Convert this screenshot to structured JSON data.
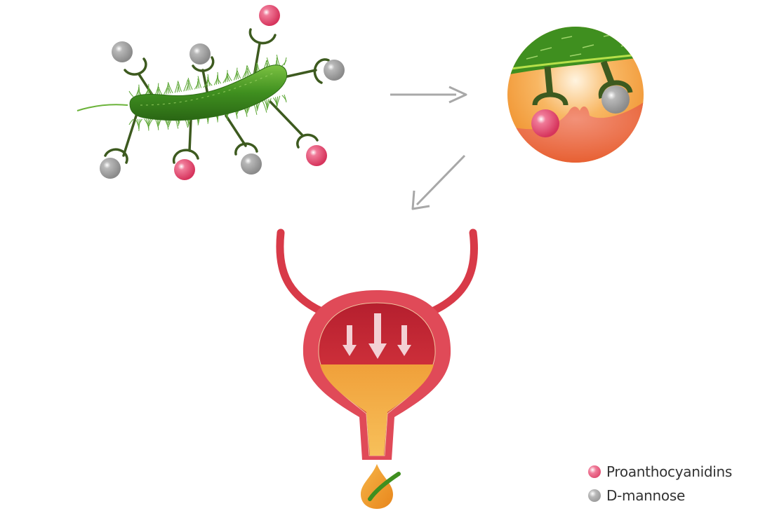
{
  "figure": {
    "description": "Mechanism diagram: bacterium with fimbrial adhesins binding proanthocyanidins and D-mannose, magnified binding view, and bladder flushing bacteria out in urine"
  },
  "colors": {
    "proanthocyanidins": "#e0406a",
    "d_mannose": "#9a9a9a",
    "bacterium": "#3f8f1f",
    "adhesin": "#3d5a1f",
    "arrow": "#a8a8a8",
    "bladder": "#d83a48",
    "urine": "#f2a93b"
  },
  "legend": {
    "items": [
      {
        "label": "Proanthocyanidins",
        "color": "#e0406a"
      },
      {
        "label": "D-mannose",
        "color": "#9a9a9a"
      }
    ]
  },
  "bacterium_panel": {
    "adhesins": [
      {
        "bound": "D-mannose"
      },
      {
        "bound": "D-mannose"
      },
      {
        "bound": "Proanthocyanidins"
      },
      {
        "bound": "D-mannose"
      },
      {
        "bound": "D-mannose"
      },
      {
        "bound": "Proanthocyanidins"
      },
      {
        "bound": "D-mannose"
      },
      {
        "bound": "Proanthocyanidins"
      }
    ]
  },
  "steps": [
    {
      "name": "bacterium-with-blocked-adhesins"
    },
    {
      "name": "magnified-blocked-binding"
    },
    {
      "name": "bladder-flushing"
    }
  ]
}
